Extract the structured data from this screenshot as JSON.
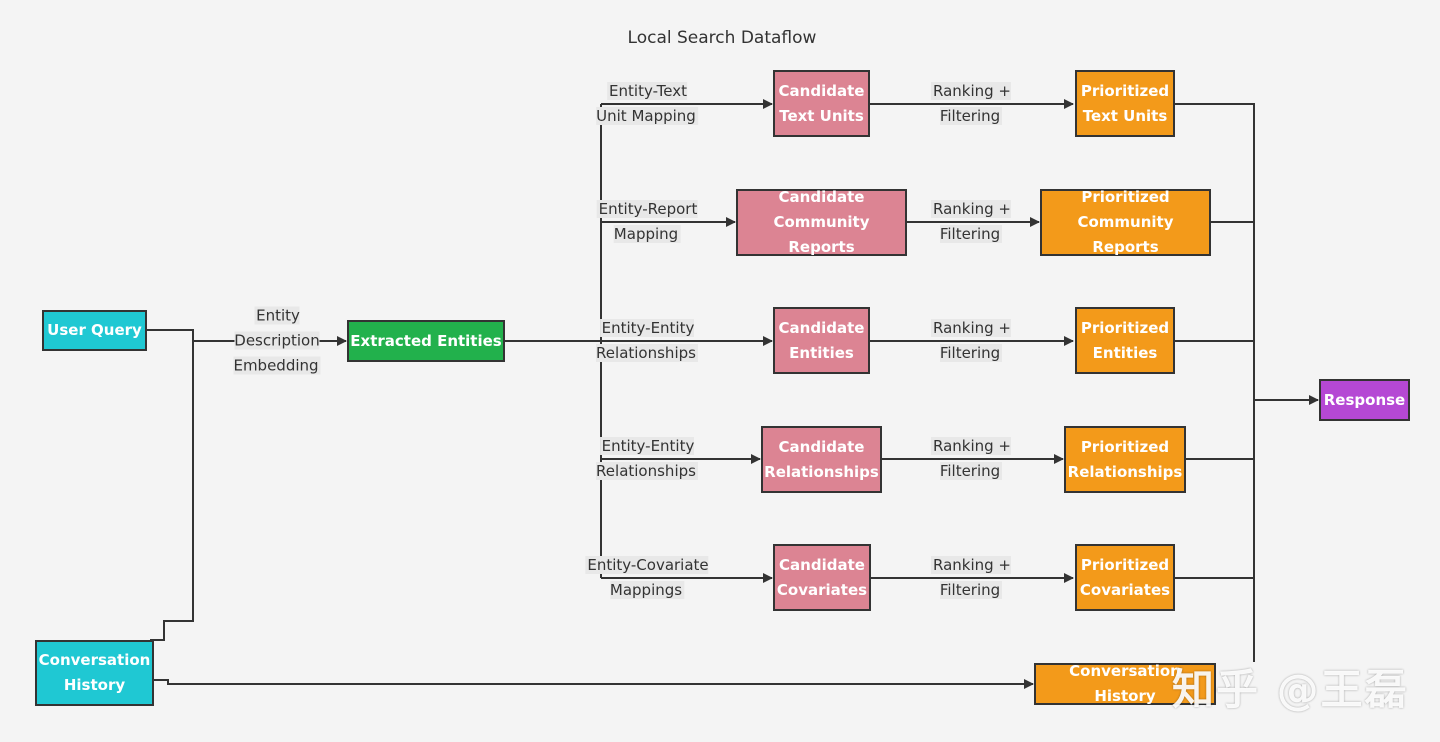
{
  "title": "Local Search Dataflow",
  "colors": {
    "input": "#1fc8d3",
    "extracted": "#22b14c",
    "candidate": "#dc8493",
    "prioritized": "#f39a1a",
    "response": "#b548d4",
    "edge": "#333333"
  },
  "nodes": {
    "user_query": "User Query",
    "conversation_history": "Conversation\nHistory",
    "extracted_entities": "Extracted Entities",
    "candidate_text_units": "Candidate\nText Units",
    "candidate_community_reports": "Candidate\nCommunity Reports",
    "candidate_entities": "Candidate\nEntities",
    "candidate_relationships": "Candidate\nRelationships",
    "candidate_covariates": "Candidate\nCovariates",
    "prioritized_text_units": "Prioritized\nText Units",
    "prioritized_community_reports": "Prioritized\nCommunity Reports",
    "prioritized_entities": "Prioritized\nEntities",
    "prioritized_relationships": "Prioritized\nRelationships",
    "prioritized_covariates": "Prioritized\nCovariates",
    "conversation_history_out": "Conversation History",
    "response": "Response"
  },
  "edge_labels": {
    "embedding": "Entity\nDescription\nEmbedding",
    "text_unit_mapping": "Entity-Text\nUnit Mapping",
    "report_mapping": "Entity-Report\nMapping",
    "entity_relationships_1": "Entity-Entity\nRelationships",
    "entity_relationships_2": "Entity-Entity\nRelationships",
    "covariate_mappings": "Entity-Covariate\nMappings",
    "ranking_1": "Ranking +\nFiltering",
    "ranking_2": "Ranking +\nFiltering",
    "ranking_3": "Ranking +\nFiltering",
    "ranking_4": "Ranking +\nFiltering",
    "ranking_5": "Ranking +\nFiltering"
  },
  "watermark": "知乎 @王磊"
}
